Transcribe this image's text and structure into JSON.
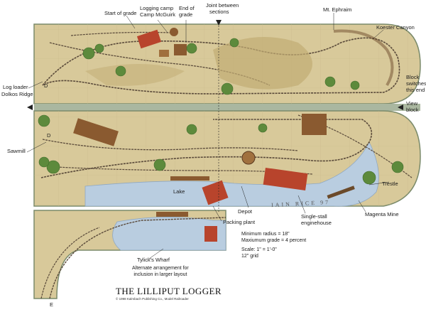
{
  "labels": {
    "start_of_grade": "Start of grade",
    "logging_camp": "Logging camp",
    "camp_mcguirk": "Camp McGuirk",
    "end_of_grade_1": "End of",
    "end_of_grade_2": "grade",
    "joint_1": "Joint between",
    "joint_2": "sections",
    "mt_ephraim": "Mt. Ephraim",
    "koester_canyon": "Koester Canyon",
    "log_loader": "Log loader",
    "dolkos_ridge": "Dolkos Ridge",
    "block_switches_1": "Block",
    "block_switches_2": "switches",
    "block_switches_3": "this end",
    "view_block_1": "View",
    "view_block_2": "block",
    "sawmill": "Sawmill",
    "lake": "Lake",
    "depot": "Depot",
    "packing_plant": "Packing plant",
    "single_stall_1": "Single-stall",
    "single_stall_2": "enginehouse",
    "magenta_mine": "Magenta Mine",
    "trestle": "Trestle",
    "tylicks_wharf": "Tylick's Wharf",
    "alt_1": "Alternate arrangement for",
    "alt_2": "inclusion in larger layout",
    "min_radius": "Minimum radius = 18\"",
    "max_grade": "Maxiumum grade = 4 percent",
    "scale": "Scale: 1\" = 1'-0\"",
    "grid": "12\" grid",
    "title": "THE LILLIPUT LOGGER",
    "copyright": "© 1998 Kalmbach Publishing Co., Model Railroader",
    "signature": "IAIN RICE 97",
    "mark_d_upper": "D",
    "mark_d_lower": "D",
    "mark_e": "E"
  },
  "colors": {
    "ground": "#d8c99a",
    "ground_dark": "#b9a46e",
    "table_edge": "#7a8a6a",
    "track": "#5a4a3a",
    "tree": "#5d8a3c",
    "tree_dark": "#3f6b2a",
    "water": "#b9cde0",
    "building_red": "#b8442c",
    "building_brown": "#8a5a30",
    "divider": "#aab7a0"
  },
  "icons": {
    "joint_marker": "triangle-down-icon",
    "view_block_marker": "triangle-left-icon"
  }
}
